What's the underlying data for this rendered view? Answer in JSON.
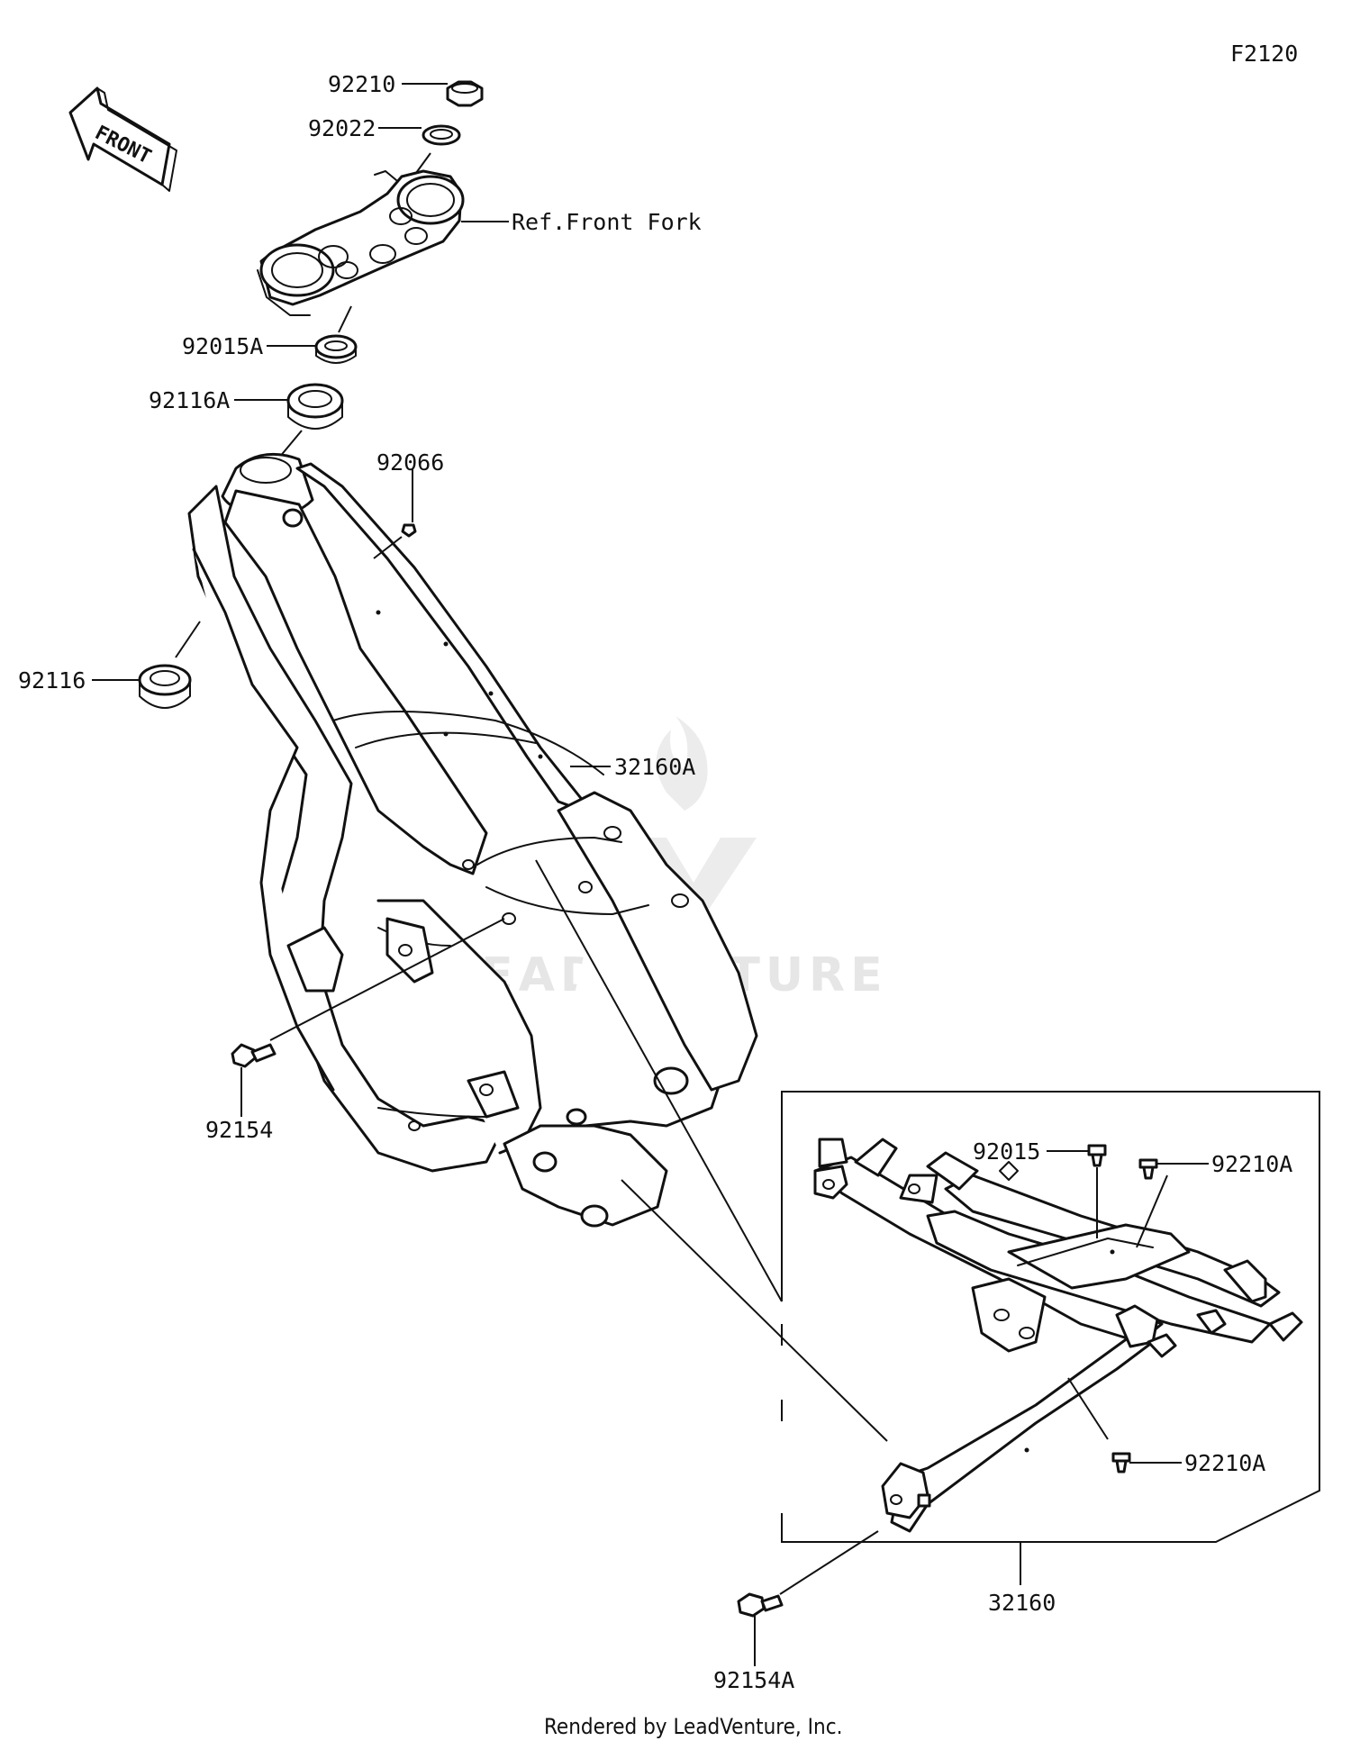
{
  "diagram_id": "F2120",
  "front_arrow": {
    "label": "FRONT"
  },
  "watermark": "LEADVENTURE",
  "footer": "Rendered by LeadVenture, Inc.",
  "parts": [
    {
      "id": "p-92210",
      "label": "92210"
    },
    {
      "id": "p-92022",
      "label": "92022"
    },
    {
      "id": "p-ref-front-fork",
      "label": "Ref.Front Fork"
    },
    {
      "id": "p-92015a",
      "label": "92015A"
    },
    {
      "id": "p-92116a",
      "label": "92116A"
    },
    {
      "id": "p-92066",
      "label": "92066"
    },
    {
      "id": "p-92116",
      "label": "92116"
    },
    {
      "id": "p-32160a",
      "label": "32160A"
    },
    {
      "id": "p-92154",
      "label": "92154"
    },
    {
      "id": "p-92015",
      "label": "92015"
    },
    {
      "id": "p-92210a-top",
      "label": "92210A"
    },
    {
      "id": "p-92210a-bottom",
      "label": "92210A"
    },
    {
      "id": "p-92154a",
      "label": "92154A"
    },
    {
      "id": "p-32160",
      "label": "32160"
    }
  ]
}
